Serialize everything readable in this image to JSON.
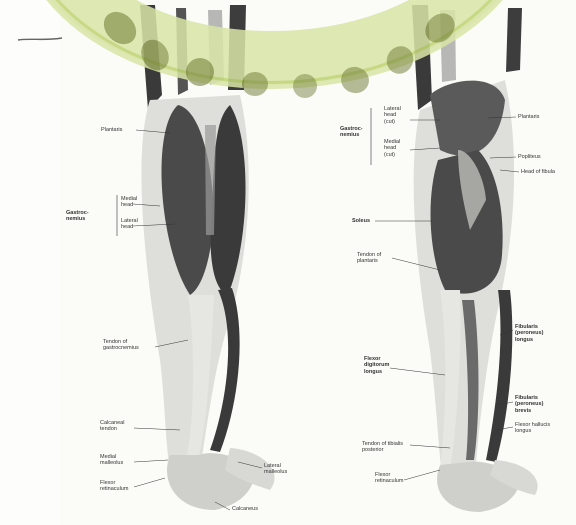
{
  "colors": {
    "watermark": "#d9e5a6",
    "watermark_ring": "#2e8b2e",
    "muscle": "#4e4e4e",
    "muscle_dark": "#2c2c2c",
    "tendon": "#e4e4e0",
    "background": "#fbfbf7"
  },
  "posterior_view": {
    "labels": [
      "Plantaris",
      "Gastroc-\nnemius",
      "Medial\nhead",
      "Lateral\nhead",
      "Tendon of\ngastrocnemius",
      "Calcaneal\ntendon",
      "Medial\nmalleolus",
      "Flexor\nretinaculum",
      "Lateral\nmalleolus",
      "Calcaneus"
    ]
  },
  "deep_view": {
    "labels": [
      "Lateral\nhead\n(cut)",
      "Gastroc-\nnemius",
      "Medial\nhead\n(cut)",
      "Plantaris",
      "Popliteus",
      "Head of fibula",
      "Soleus",
      "Tendon of\nplantaris",
      "Fibularis\n(peroneus)\nlongus",
      "Flexor\ndigitorum\nlongus",
      "Fibularis\n(peroneus)\nbrevis",
      "Flexor hallucis\nlongus",
      "Tendon of tibialis\nposterior",
      "Flexor\nretinaculum"
    ]
  }
}
